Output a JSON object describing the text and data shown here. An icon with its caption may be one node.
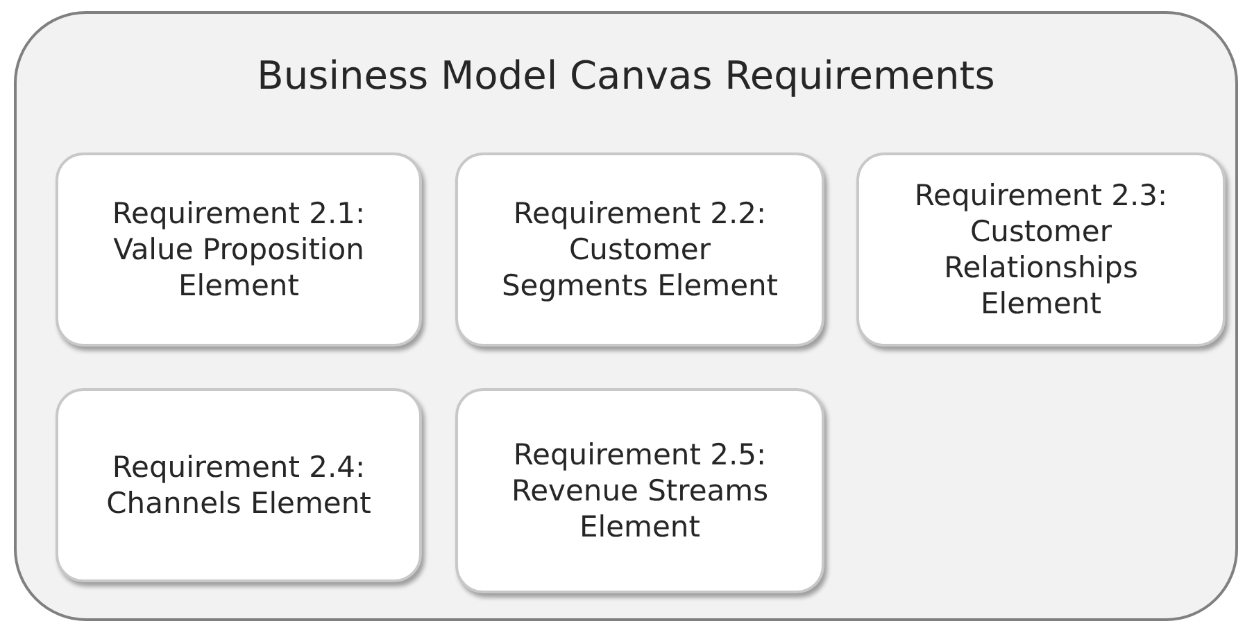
{
  "diagram": {
    "nodes": [
      {
        "text": [
          "Business Model Canvas Requirements"
        ]
      },
      {
        "text": [
          "Requirement 2.1: Value Proposition Element"
        ],
        "in": 0
      },
      {
        "text": [
          "Requirement 2.2: Customer Segments Element"
        ],
        "in": 0
      },
      {
        "text": [
          "Requirement 2.3: Customer Relationships Element"
        ],
        "in": 0
      },
      {
        "text": [
          "Requirement 2.4: Channels Element"
        ],
        "in": 0
      },
      {
        "text": [
          "Requirement 2.5: Revenue Streams Element"
        ],
        "in": 0
      }
    ]
  }
}
